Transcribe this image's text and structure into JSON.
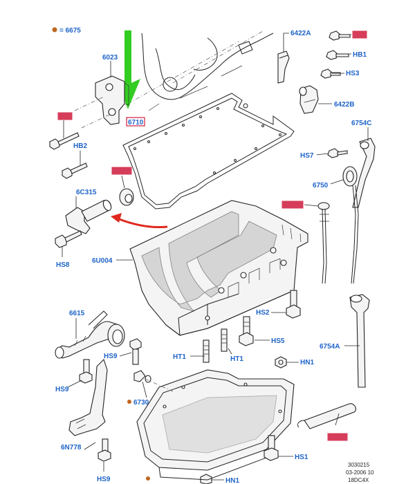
{
  "legend": {
    "text": "= 6675",
    "color": "#c0661e"
  },
  "colors": {
    "label": "#1e63c8",
    "highlight_box": "#d01c3e",
    "arrow_green": "#33cc22",
    "arrow_red": "#e0281e"
  },
  "labels": {
    "l6675": "6675",
    "l6023": "6023",
    "l6710": "6710",
    "l6422A": "6422A",
    "l6422B": "6422B",
    "HB1": "HB1",
    "HS3": "HS3",
    "HB2": "HB2",
    "l6C315": "6C315",
    "HS8": "HS8",
    "l6754C": "6754C",
    "HS7": "HS7",
    "l6750": "6750",
    "l6U004": "6U004",
    "l6615": "6615",
    "HS9a": "HS9",
    "HS9b": "HS9",
    "HS9c": "HS9",
    "HT1a": "HT1",
    "HT1b": "HT1",
    "HS2": "HS2",
    "HS5": "HS5",
    "HN1a": "HN1",
    "HN1b": "HN1",
    "l6754A": "6754A",
    "l6730": "6730",
    "l6N778": "6N778",
    "HS1": "HS1"
  },
  "footer": {
    "line1": "3030215",
    "line2": "03-2006 10",
    "line3": "18DC4X"
  }
}
